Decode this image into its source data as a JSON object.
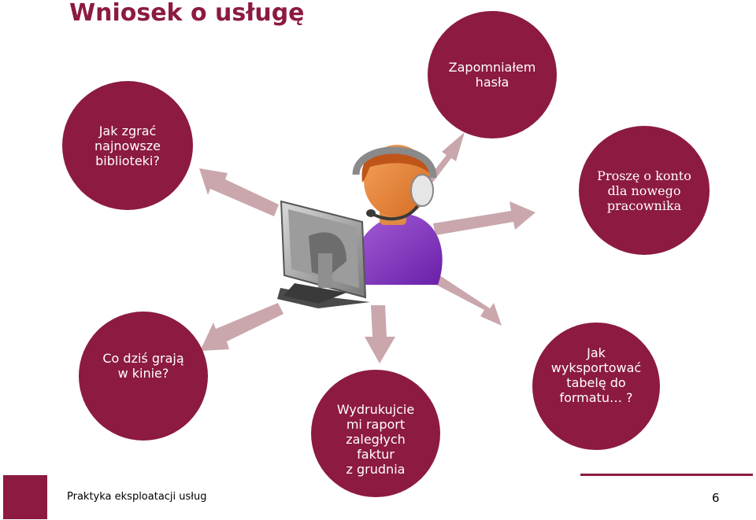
{
  "title": "Wniosek o usługę",
  "requests": {
    "zapomnialem": "Zapomniałem\nhasła",
    "biblioteki": "Jak zgrać\nnajnowsze\nbiblioteki?",
    "konto": "Proszę o konto\ndla nowego\npracownika",
    "kino": "Co dziś grają\nw kinie?",
    "raport": "Wydrukujcie\nmi raport\nzaległych\nfaktur\nz grudnia",
    "eksport": "Jak\nwyksportować\ntabelę do\nformatu… ?"
  },
  "center_icon": "helpdesk-operator-at-computer-icon",
  "footer": {
    "text": "Praktyka eksploatacji usług",
    "page": "6"
  },
  "colors": {
    "accent": "#8c1a41",
    "arrow": "#c9a7ac"
  }
}
